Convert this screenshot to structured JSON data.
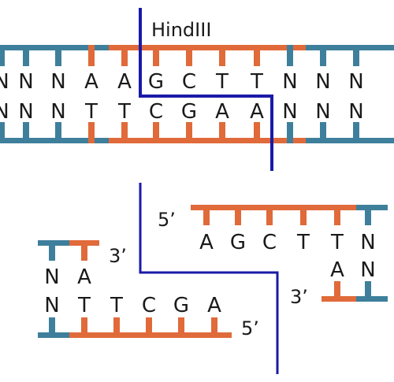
{
  "colors": {
    "flank": "#3e7f9b",
    "site": "#e06a3a",
    "cut_line": "#1a1aa8",
    "text": "#1a1a1a"
  },
  "enzyme_label": "HindIII",
  "top_duplex": {
    "top_strand": [
      "N",
      "N",
      "N",
      "A",
      "A",
      "G",
      "C",
      "T",
      "T",
      "N",
      "N",
      "N"
    ],
    "bottom_strand": [
      "N",
      "N",
      "N",
      "T",
      "T",
      "C",
      "G",
      "A",
      "A",
      "N",
      "N",
      "N"
    ]
  },
  "left_fragment": {
    "top_strand": [
      "N",
      "A"
    ],
    "bottom_strand": [
      "N",
      "T",
      "T",
      "C",
      "G",
      "A"
    ],
    "top_end_label": "3’",
    "bottom_end_label": "5’"
  },
  "right_fragment": {
    "top_strand": [
      "A",
      "G",
      "C",
      "T",
      "T",
      "N"
    ],
    "bottom_strand": [
      "A",
      "N"
    ],
    "top_end_label": "5’",
    "bottom_end_label": "3’"
  }
}
